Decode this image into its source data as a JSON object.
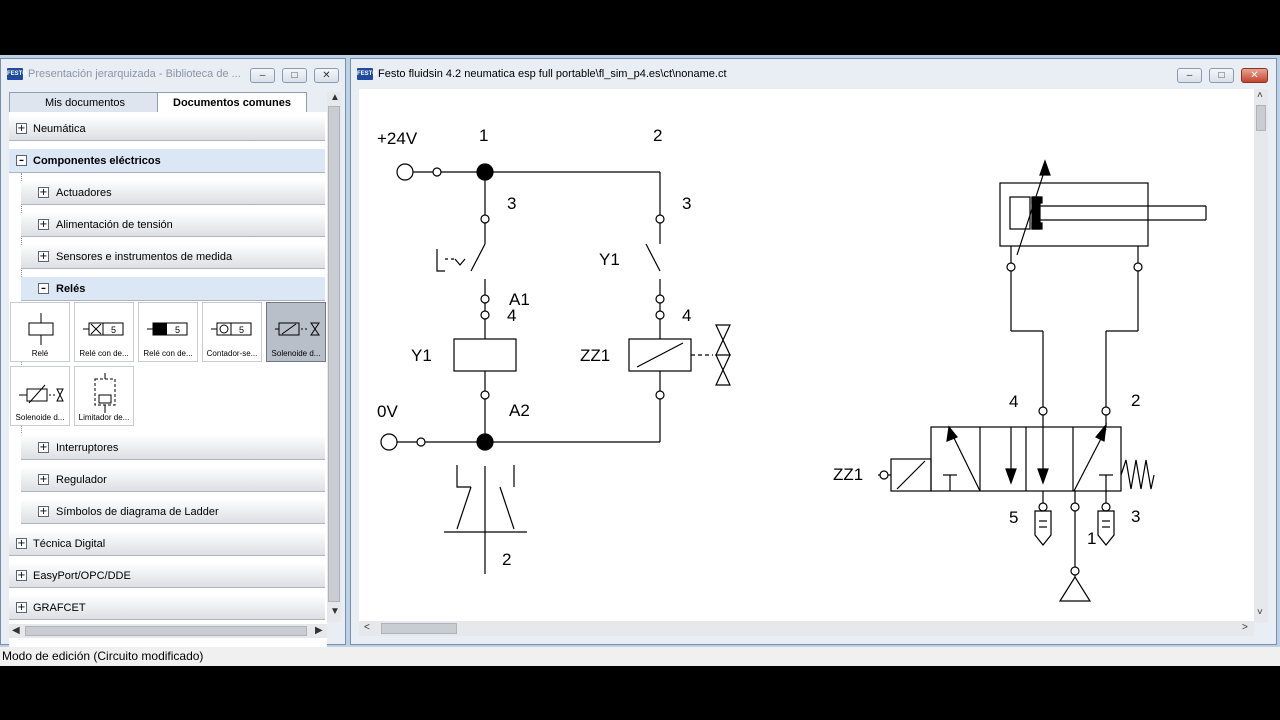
{
  "library_window": {
    "title": "Presentación jerarquizada - Biblioteca de ...",
    "tabs": [
      {
        "label": "Mis documentos",
        "active": false
      },
      {
        "label": "Documentos comunes",
        "active": true
      }
    ],
    "tree": {
      "neumatica": "Neumática",
      "componentes_electricos": "Componentes eléctricos",
      "actuadores": "Actuadores",
      "alimentacion": "Alimentación de tensión",
      "sensores": "Sensores e instrumentos de medida",
      "reles": "Relés",
      "interruptores": "Interruptores",
      "regulador": "Regulador",
      "ladder": "Símbolos de diagrama de Ladder",
      "tecnica_digital": "Técnica Digital",
      "easyport": "EasyPort/OPC/DDE",
      "grafcet": "GRAFCET"
    },
    "relay_items": [
      {
        "label": "Relé"
      },
      {
        "label": "Relé con de..."
      },
      {
        "label": "Relé con de..."
      },
      {
        "label": "Contador-se..."
      },
      {
        "label": "Solenoide d...",
        "selected": true
      },
      {
        "label": "Solenoide d..."
      },
      {
        "label": "Limitador de..."
      }
    ]
  },
  "main_window": {
    "title": "Festo fluidsin 4.2 neumatica esp full portable\\fl_sim_p4.es\\ct\\noname.ct"
  },
  "electrical_circuit": {
    "supply_positive": "+24V",
    "supply_ground": "0V",
    "path_1": "1",
    "path_2": "2",
    "contact_top_left": "3",
    "contact_top_right": "3",
    "coil_label": "Y1",
    "coil_label_right": "Y1",
    "term_a1": "A1",
    "term_a2": "A2",
    "term_4_left": "4",
    "term_4_right": "4",
    "solenoid_label": "ZZ1",
    "bottom_ref": "2"
  },
  "pneumatic_circuit": {
    "valve_label": "ZZ1",
    "port_4": "4",
    "port_2": "2",
    "port_5": "5",
    "port_3": "3",
    "port_1": "1"
  },
  "status_bar": {
    "text": "Modo de edición (Circuito modificado)"
  },
  "colors": {
    "window_frame": "#e9eef5",
    "close_button": "#c4442d",
    "desktop": "#bcd0e6"
  }
}
